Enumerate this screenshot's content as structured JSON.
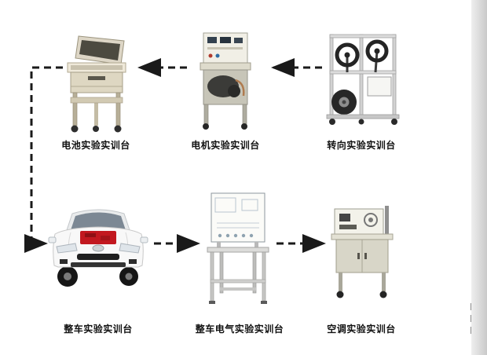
{
  "page": {
    "background": "#ffffff",
    "right_edge_color": "#cccccc"
  },
  "diagram": {
    "arrow_color": "#1a1a1a",
    "label_color": "#111111",
    "nodes": [
      {
        "id": "battery-platform",
        "label": "电池实验实训台"
      },
      {
        "id": "motor-platform",
        "label": "电机实验实训台"
      },
      {
        "id": "steering-platform",
        "label": "转向实验实训台"
      },
      {
        "id": "vehicle-platform",
        "label": "整车实验实训台"
      },
      {
        "id": "vehicle-electrical-platform",
        "label": "整车电气实验实训台"
      },
      {
        "id": "ac-platform",
        "label": "空调实验实训台"
      }
    ],
    "edges": [
      {
        "from": "转向实验实训台",
        "to": "电机实验实训台",
        "style": "dashed-arrow"
      },
      {
        "from": "电机实验实训台",
        "to": "电池实验实训台",
        "style": "dashed-arrow"
      },
      {
        "from": "电池实验实训台",
        "to": "整车实验实训台",
        "style": "dashed-arrow"
      },
      {
        "from": "整车实验实训台",
        "to": "整车电气实验实训台",
        "style": "dashed-arrow"
      },
      {
        "from": "整车电气实验实训台",
        "to": "空调实验实训台",
        "style": "dashed-arrow"
      }
    ]
  }
}
